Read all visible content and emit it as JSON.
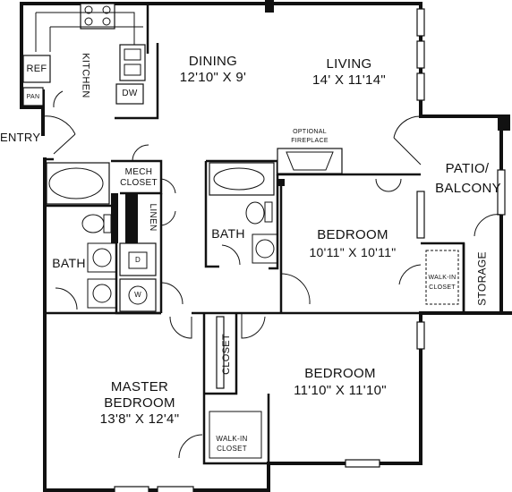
{
  "title": "",
  "rooms": {
    "kitchen": "KITCHEN",
    "ref": "REF",
    "pan": "PAN",
    "dw": "DW",
    "dining": {
      "name": "DINING",
      "size": "12'10\" X 9'"
    },
    "living": {
      "name": "LIVING",
      "size": "14' X 11'14\""
    },
    "entry": "ENTRY",
    "fireplace": [
      "OPTIONAL",
      "FIREPLACE"
    ],
    "patio": [
      "PATIO/",
      "BALCONY"
    ],
    "mech_closet": [
      "MECH",
      "CLOSET"
    ],
    "linen": "LINEN",
    "bath_master": "BATH",
    "bath_hall": "BATH",
    "bedroom_upper": {
      "name": "BEDROOM",
      "size": "10'11\" X 10'11\""
    },
    "walkin_upper": [
      "WALK-IN",
      "CLOSET"
    ],
    "storage": "STORAGE",
    "closet": "CLOSET",
    "bedroom_lower": {
      "name": "BEDROOM",
      "size": "11'10\" X 11'10\""
    },
    "master": {
      "name": [
        "MASTER",
        "BEDROOM"
      ],
      "size": "13'8\" X 12'4\""
    },
    "walkin_lower": [
      "WALK-IN",
      "CLOSET"
    ],
    "washer": "W",
    "dryer": "D"
  }
}
